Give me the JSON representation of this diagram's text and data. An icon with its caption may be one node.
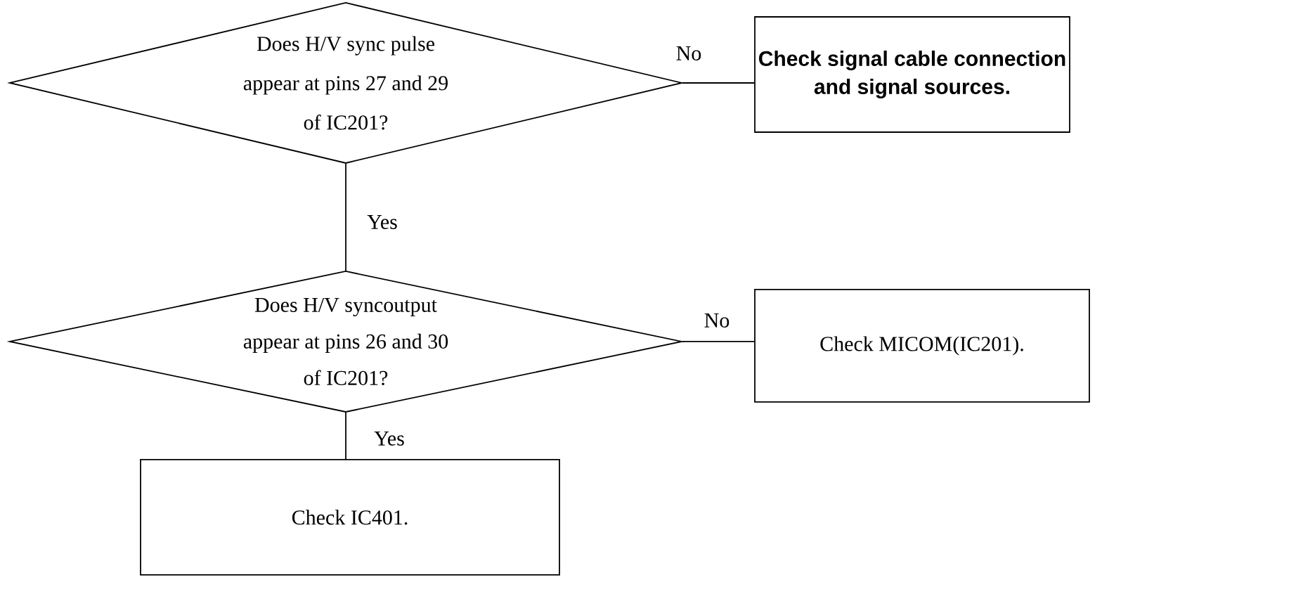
{
  "diagram": {
    "nodes": [
      {
        "text": [
          "Does H/V sync pulse appear at pins 27 and 29 of IC201?"
        ]
      },
      {
        "text": [
          "Check signal cable connection and signal sources."
        ]
      },
      {
        "text": [
          "Does H/V syncoutput appear at pins 26 and 30 of IC201?"
        ]
      },
      {
        "text": [
          "Check MICOM(IC201)."
        ]
      },
      {
        "text": [
          "Check IC401."
        ]
      }
    ],
    "edges": [
      {
        "from": 0,
        "to": 1,
        "arrow": "none",
        "label": "No"
      },
      {
        "from": 0,
        "to": 2,
        "arrow": "none",
        "label": "Yes"
      },
      {
        "from": 2,
        "to": 3,
        "arrow": "none",
        "label": "No"
      },
      {
        "from": 2,
        "to": 4,
        "arrow": "none",
        "label": "Yes"
      }
    ]
  }
}
